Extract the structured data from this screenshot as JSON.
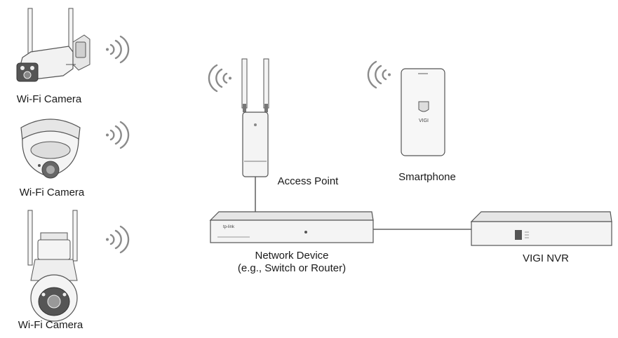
{
  "devices": {
    "camera1": {
      "label": "Wi-Fi Camera",
      "icon": "bullet-camera-icon"
    },
    "camera2": {
      "label": "Wi-Fi Camera",
      "icon": "dome-camera-icon"
    },
    "camera3": {
      "label": "Wi-Fi Camera",
      "icon": "ptz-camera-icon"
    },
    "access_point": {
      "label": "Access Point",
      "icon": "access-point-icon"
    },
    "smartphone": {
      "label": "Smartphone",
      "icon": "smartphone-icon",
      "app_label": "VIGI"
    },
    "network_device": {
      "label_line1": "Network Device",
      "label_line2": "(e.g., Switch or Router)",
      "icon": "switch-icon",
      "brand": "tp-link"
    },
    "nvr": {
      "label": "VIGI NVR",
      "icon": "nvr-icon"
    }
  },
  "colors": {
    "line": "#444444",
    "device_stroke": "#555555",
    "device_fill": "#f2f2f2",
    "wave": "#8a8a8a"
  }
}
